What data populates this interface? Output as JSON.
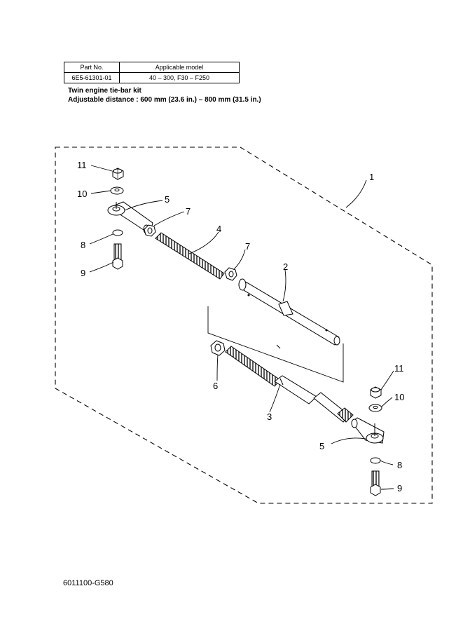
{
  "table": {
    "headers": [
      "Part No.",
      "Applicable model"
    ],
    "rows": [
      [
        "6E5-61301-01",
        "40 – 300, F30 – F250"
      ]
    ]
  },
  "kit": {
    "title": "Twin engine tie-bar kit",
    "distance": "Adjustable distance : 600 mm (23.6 in.) – 800 mm (31.5 in.)"
  },
  "callouts": {
    "c1": "1",
    "c2": "2",
    "c3": "3",
    "c4": "4",
    "c5a": "5",
    "c5b": "5",
    "c6": "6",
    "c7a": "7",
    "c7b": "7",
    "c8a": "8",
    "c8b": "8",
    "c9a": "9",
    "c9b": "9",
    "c10a": "10",
    "c10b": "10",
    "c11a": "11",
    "c11b": "11"
  },
  "footer": {
    "code": "6011100-G580"
  }
}
